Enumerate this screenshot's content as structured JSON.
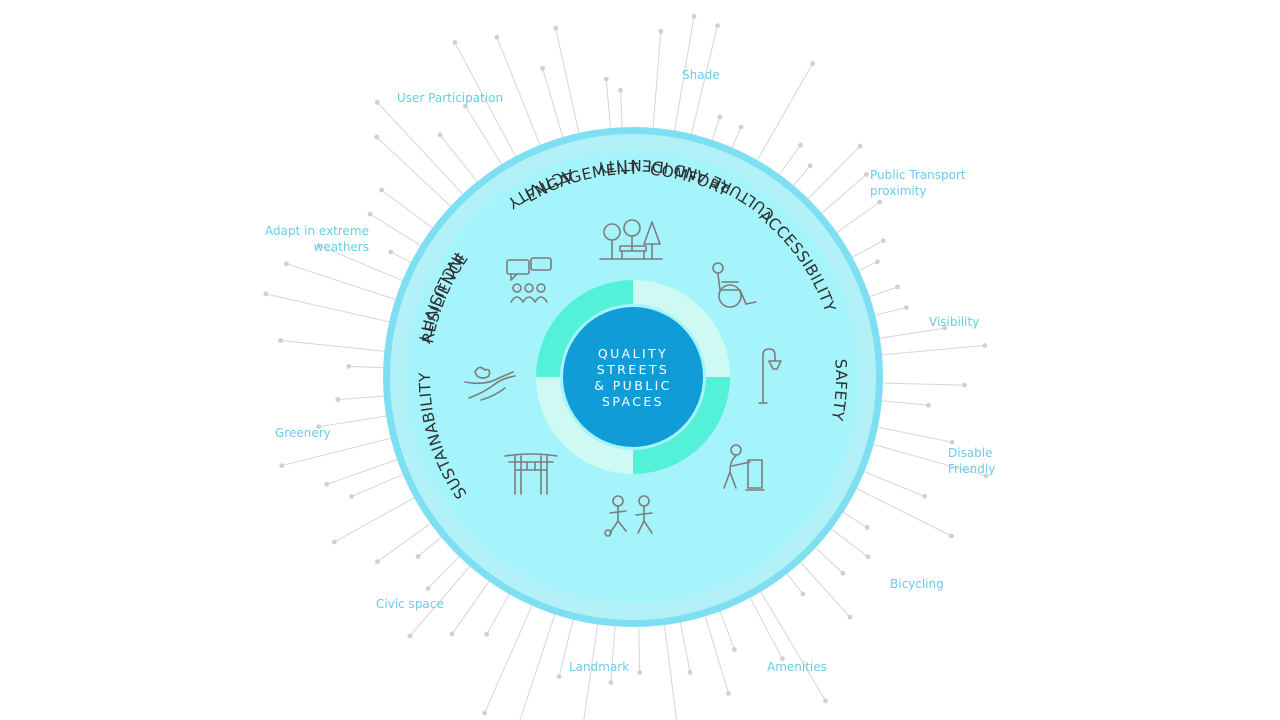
{
  "colors": {
    "outer_ring": "#7fdff2",
    "inner_disc": "#a5f3fb",
    "donut_light": "#cffaf3",
    "donut_accent": "#53f1d8",
    "center": "#109cd6",
    "rays": "#d6d6d6",
    "outer_label": "#6ccbe8",
    "ring_label": "#2f2f2f"
  },
  "center": {
    "lines": [
      "QUALITY",
      "STREETS",
      "& PUBLIC",
      "SPACES"
    ]
  },
  "ring_labels": [
    {
      "text": "COMFORT",
      "icon": "park-bench-trees-icon"
    },
    {
      "text": "ACCESSIBILITY",
      "icon": "wheelchair-icon"
    },
    {
      "text": "SAFETY",
      "icon": "street-lamp-icon"
    },
    {
      "text": "INCLUSIVITY",
      "icon": "elderly-walker-icon"
    },
    {
      "text": "ACTIVITY",
      "icon": "kids-playing-icon"
    },
    {
      "text": "CULTURE AND IDENTITY",
      "icon": "torii-gate-icon"
    },
    {
      "text": "SUSTAINABILITY",
      "icon": "river-landscape-icon"
    },
    {
      "text": "RESILIENCE",
      "icon": "community-discussion-icon"
    },
    {
      "text": "ENGAGEMENT",
      "icon": ""
    }
  ],
  "outer_labels": [
    "Shade",
    "Public Transport proximity",
    "Visibility",
    "Disable Friendly",
    "Bicycling",
    "Amenities",
    "Landmark",
    "Civic space",
    "Greenery",
    "Adapt in extreme weathers",
    "User Participation"
  ]
}
